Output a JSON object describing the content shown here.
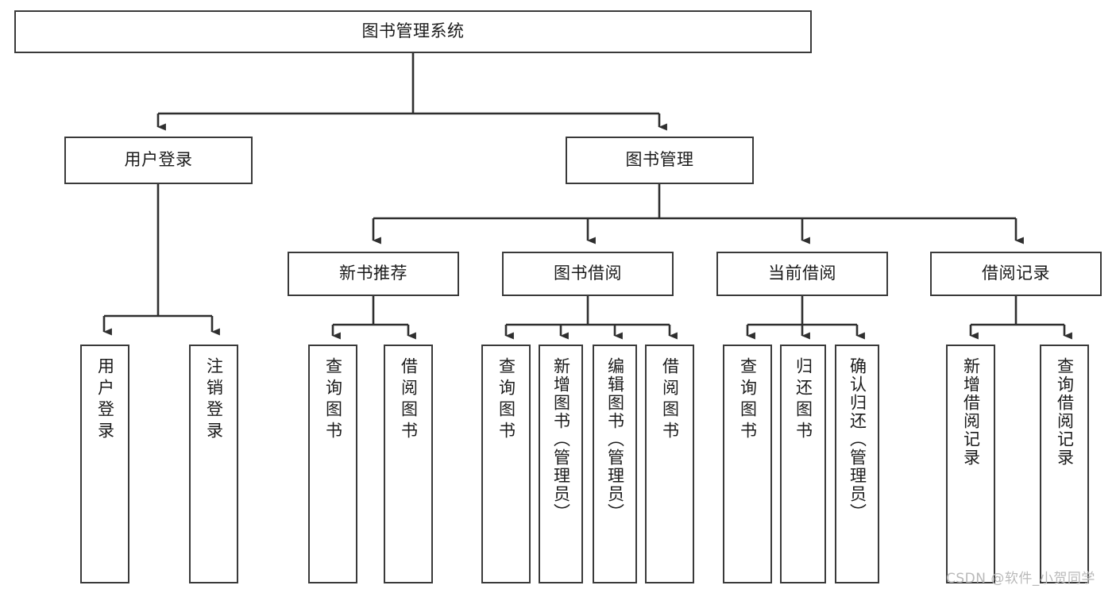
{
  "diagram": {
    "type": "tree-hierarchy",
    "title": "图书管理系统",
    "watermark": "CSDN @软件_小贺同学",
    "colors": {
      "box_border": "#3a3a3a",
      "box_fill": "#ffffff",
      "edge": "#2f2f2f",
      "text": "#1b1b1b",
      "watermark": "#b9b9b9",
      "background": "#ffffff"
    },
    "levels": [
      {
        "level": 1,
        "nodes": [
          {
            "id": "root",
            "label": "图书管理系统",
            "orientation": "horizontal"
          }
        ]
      },
      {
        "level": 2,
        "nodes": [
          {
            "id": "login",
            "label": "用户登录",
            "orientation": "horizontal",
            "parent": "root"
          },
          {
            "id": "bookmgmt",
            "label": "图书管理",
            "orientation": "horizontal",
            "parent": "root"
          }
        ]
      },
      {
        "level": 3,
        "nodes": [
          {
            "id": "newbook",
            "label": "新书推荐",
            "orientation": "horizontal",
            "parent": "bookmgmt"
          },
          {
            "id": "borrow",
            "label": "图书借阅",
            "orientation": "horizontal",
            "parent": "bookmgmt"
          },
          {
            "id": "current",
            "label": "当前借阅",
            "orientation": "horizontal",
            "parent": "bookmgmt"
          },
          {
            "id": "records",
            "label": "借阅记录",
            "orientation": "horizontal",
            "parent": "bookmgmt"
          }
        ]
      },
      {
        "level": 4,
        "nodes": [
          {
            "id": "leaf1",
            "label": "用户登录",
            "orientation": "vertical",
            "parent": "login"
          },
          {
            "id": "leaf2",
            "label": "注销登录",
            "orientation": "vertical",
            "parent": "login"
          },
          {
            "id": "leaf3",
            "label": "查询图书",
            "orientation": "vertical",
            "parent": "newbook"
          },
          {
            "id": "leaf4",
            "label": "借阅图书",
            "orientation": "vertical",
            "parent": "newbook"
          },
          {
            "id": "leaf5",
            "label": "查询图书",
            "orientation": "vertical",
            "parent": "borrow"
          },
          {
            "id": "leaf6",
            "label": "新增图书（管理员）",
            "orientation": "vertical",
            "parent": "borrow"
          },
          {
            "id": "leaf7",
            "label": "编辑图书（管理员）",
            "orientation": "vertical",
            "parent": "borrow"
          },
          {
            "id": "leaf8",
            "label": "借阅图书",
            "orientation": "vertical",
            "parent": "borrow"
          },
          {
            "id": "leaf9",
            "label": "查询图书",
            "orientation": "vertical",
            "parent": "current"
          },
          {
            "id": "leaf10",
            "label": "归还图书",
            "orientation": "vertical",
            "parent": "current"
          },
          {
            "id": "leaf11",
            "label": "确认归还（管理员）",
            "orientation": "vertical",
            "parent": "current"
          },
          {
            "id": "leaf12",
            "label": "新增借阅记录",
            "orientation": "vertical",
            "parent": "records"
          },
          {
            "id": "leaf13",
            "label": "查询借阅记录",
            "orientation": "vertical",
            "parent": "records"
          }
        ]
      }
    ]
  }
}
